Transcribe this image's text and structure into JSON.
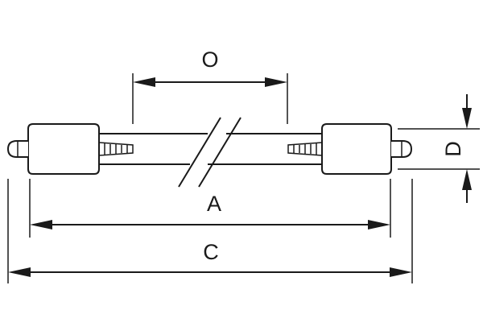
{
  "labels": {
    "O": "O",
    "A": "A",
    "C": "C",
    "D": "D"
  }
}
